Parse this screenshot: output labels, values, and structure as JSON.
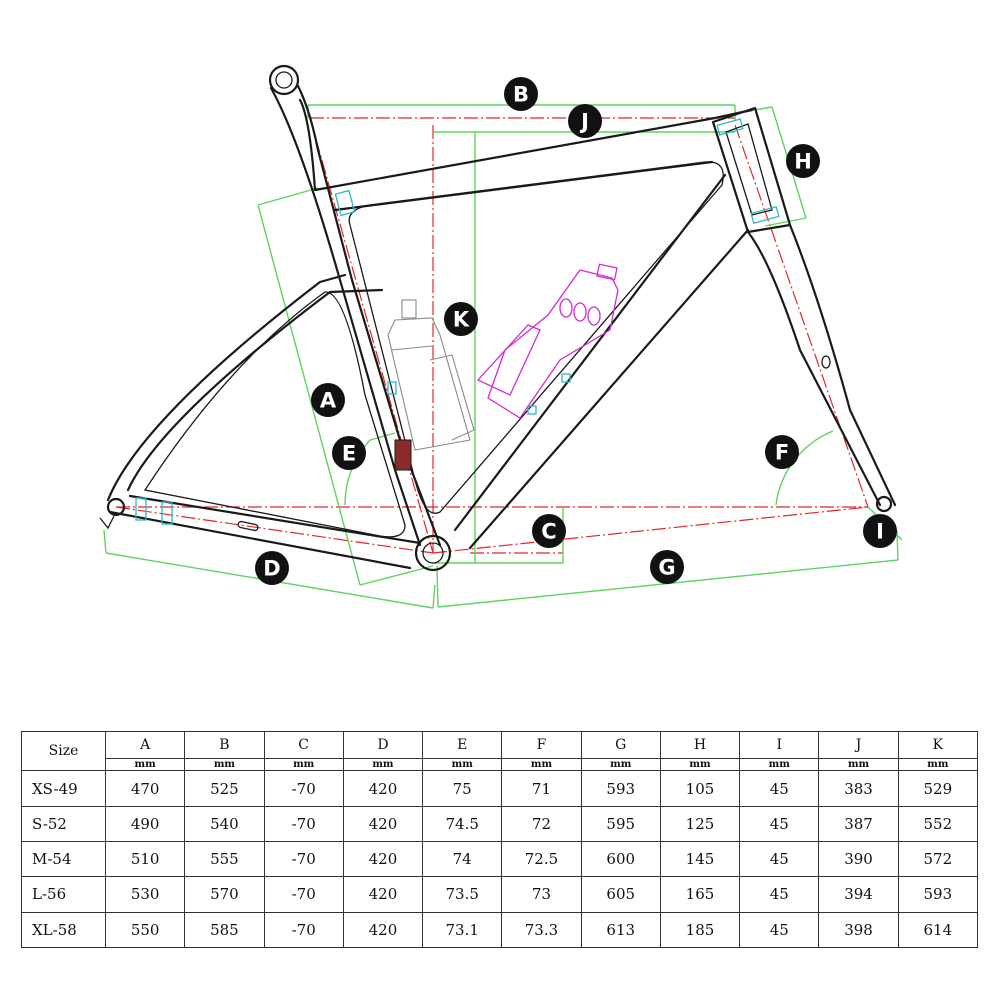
{
  "diagram": {
    "markers": [
      "A",
      "B",
      "C",
      "D",
      "E",
      "F",
      "G",
      "H",
      "I",
      "J",
      "K"
    ],
    "colors": {
      "frame": "#1a1a1a",
      "dimension_lines": "#5fd35f",
      "center_lines": "#e0282d",
      "bottle_outline": "#8a8a8a",
      "bottle_highlight": "#d22bd2",
      "fittings": "#2bb8c8"
    }
  },
  "table": {
    "size_header": "Size",
    "columns": [
      "A",
      "B",
      "C",
      "D",
      "E",
      "F",
      "G",
      "H",
      "I",
      "J",
      "K"
    ],
    "unit": "mm",
    "rows": [
      {
        "size": "XS-49",
        "values": [
          "470",
          "525",
          "-70",
          "420",
          "75",
          "71",
          "593",
          "105",
          "45",
          "383",
          "529"
        ]
      },
      {
        "size": "S-52",
        "values": [
          "490",
          "540",
          "-70",
          "420",
          "74.5",
          "72",
          "595",
          "125",
          "45",
          "387",
          "552"
        ]
      },
      {
        "size": "M-54",
        "values": [
          "510",
          "555",
          "-70",
          "420",
          "74",
          "72.5",
          "600",
          "145",
          "45",
          "390",
          "572"
        ]
      },
      {
        "size": "L-56",
        "values": [
          "530",
          "570",
          "-70",
          "420",
          "73.5",
          "73",
          "605",
          "165",
          "45",
          "394",
          "593"
        ]
      },
      {
        "size": "XL-58",
        "values": [
          "550",
          "585",
          "-70",
          "420",
          "73.1",
          "73.3",
          "613",
          "185",
          "45",
          "398",
          "614"
        ]
      }
    ]
  }
}
